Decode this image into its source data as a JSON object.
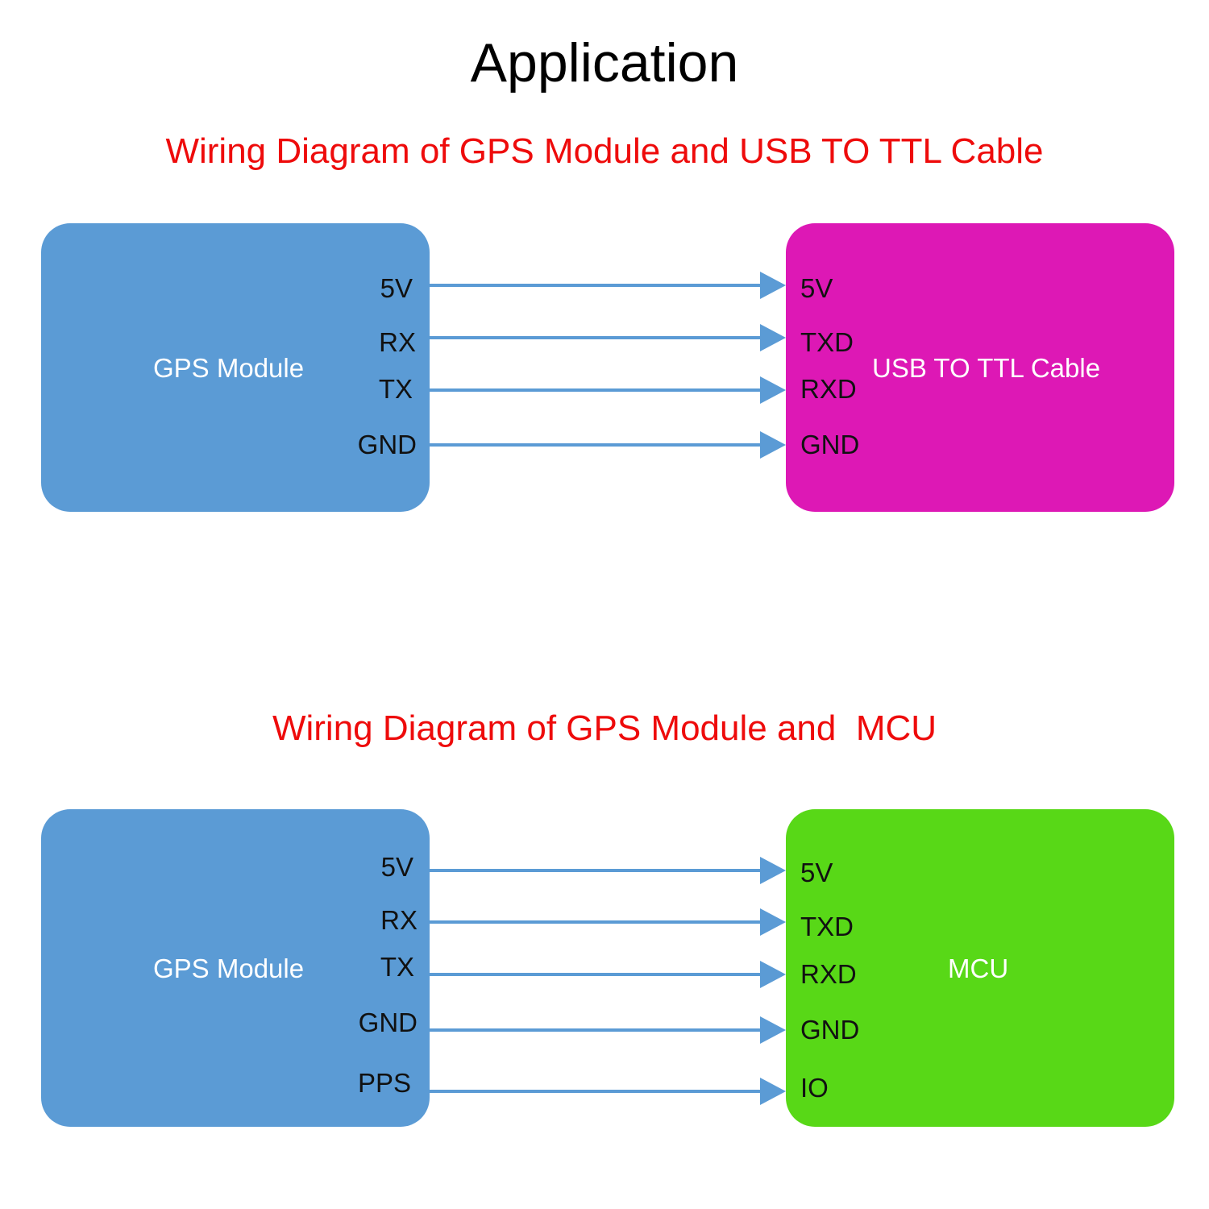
{
  "title": "Application",
  "colors": {
    "gps_box": "#5b9bd5",
    "usb_box": "#dd18b5",
    "mcu_box": "#58d817",
    "arrow": "#5b9bd5",
    "subtitle": "#ee0b0b"
  },
  "diagram1": {
    "subtitle": "Wiring Diagram of GPS Module and USB TO TTL Cable",
    "left_label": "GPS Module",
    "right_label": "USB TO TTL Cable",
    "connections": [
      {
        "from": "5V",
        "to": "5V"
      },
      {
        "from": "RX",
        "to": "TXD"
      },
      {
        "from": "TX",
        "to": "RXD"
      },
      {
        "from": "GND",
        "to": "GND"
      }
    ]
  },
  "diagram2": {
    "subtitle": "Wiring Diagram of GPS Module and  MCU",
    "left_label": "GPS Module",
    "right_label": "MCU",
    "connections": [
      {
        "from": "5V",
        "to": "5V"
      },
      {
        "from": "RX",
        "to": "TXD"
      },
      {
        "from": "TX",
        "to": "RXD"
      },
      {
        "from": "GND",
        "to": "GND"
      },
      {
        "from": "PPS",
        "to": "IO"
      }
    ]
  }
}
